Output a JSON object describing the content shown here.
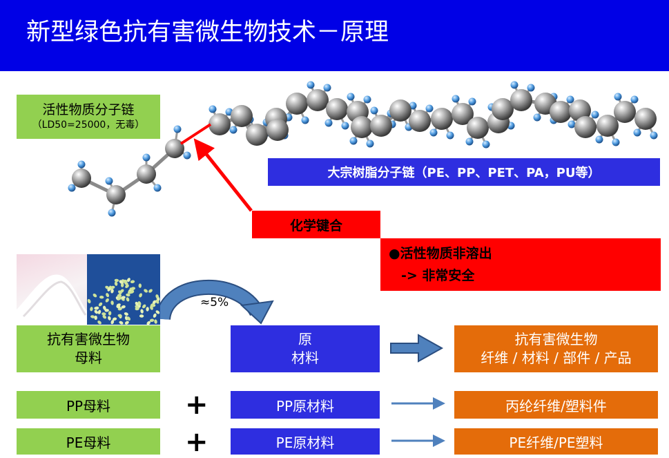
{
  "title": "新型绿色抗有害微生物技术－原理",
  "active_chain": {
    "line1": "活性物质分子链",
    "line2": "（LD50=25000，无毒）"
  },
  "resin_chain_label": "大宗树脂分子链（PE、PP、PET、PA，PU等）",
  "chemical_bond_label": "化学键合",
  "safety_note": {
    "line1": "●活性物质非溶出",
    "line2": "-> 非常安全"
  },
  "ratio_label": "≈5%",
  "masterbatch": {
    "line1": "抗有害微生物",
    "line2": "母料"
  },
  "raw_material": {
    "line1": "原",
    "line2": "材料"
  },
  "product": {
    "line1": "抗有害微生物",
    "line2": "纤维 / 材料 / 部件 / 产品"
  },
  "rows": [
    {
      "left": "PP母料",
      "plus": "+",
      "middle": "PP原材料",
      "right": "丙纶纤维/塑料件"
    },
    {
      "left": "PE母料",
      "plus": "+",
      "middle": "PE原材料",
      "right": "PE纤维/PE塑料"
    }
  ],
  "colors": {
    "header": "#0000e6",
    "green": "#92d050",
    "blue": "#2e2ee0",
    "orange": "#e46c0a",
    "red": "#ff0000",
    "arrow": "#4f81bd"
  }
}
